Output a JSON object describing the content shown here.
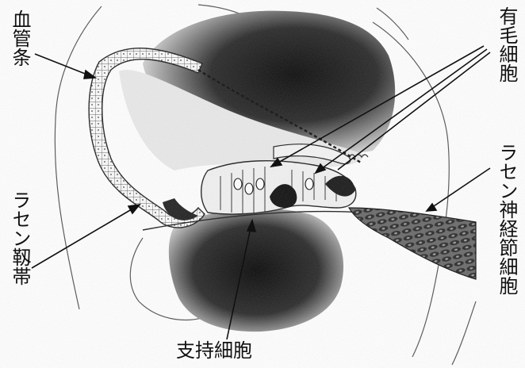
{
  "labels": {
    "stria_vascularis": "血管条",
    "hair_cells": "有毛細胞",
    "spiral_ganglion": "ラセン神経節細胞",
    "spiral_ligament": "ラセン靱帯",
    "supporting_cells": "支持細胞"
  }
}
